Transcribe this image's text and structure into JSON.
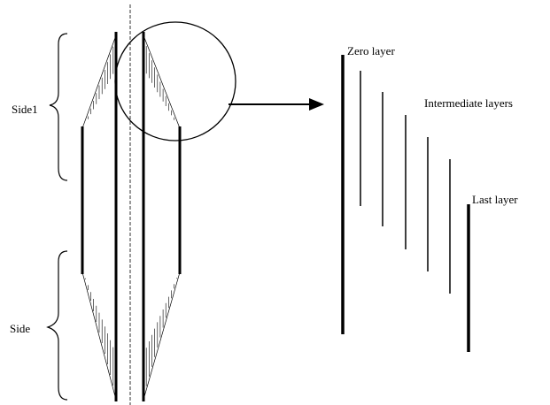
{
  "labels": {
    "side1": "Side1",
    "side": "Side",
    "zero_layer": "Zero layer",
    "intermediate_layers": "Intermediate layers",
    "last_layer": "Last layer"
  },
  "colors": {
    "ink": "#000000",
    "background": "#ffffff"
  }
}
